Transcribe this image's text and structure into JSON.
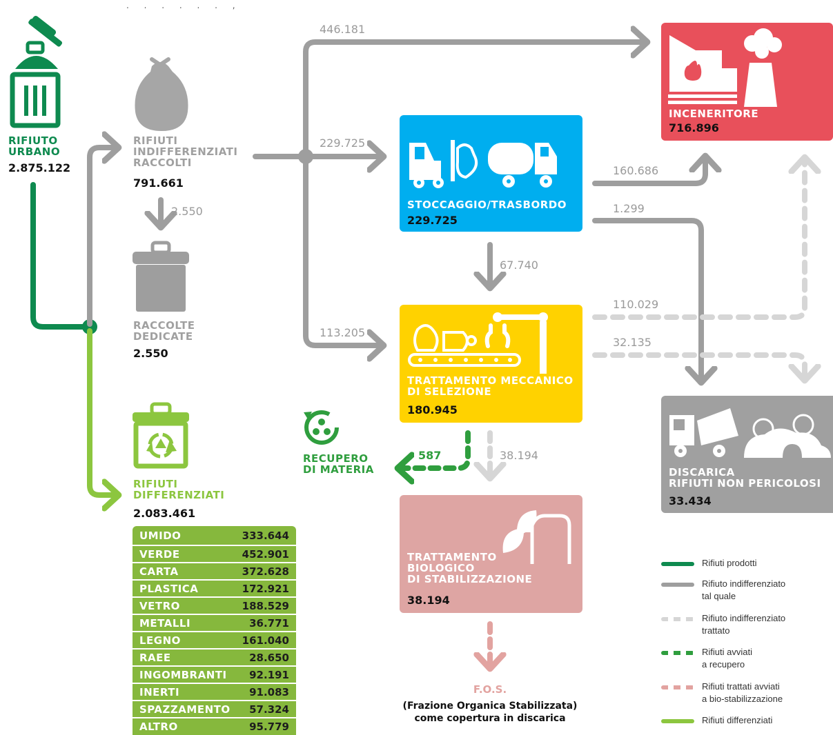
{
  "header_snippet": ". . . . . . ,",
  "sources": {
    "urbano": {
      "title": [
        "RIFIUTO",
        "URBANO"
      ],
      "value": "2.875.122"
    },
    "indifferenziati": {
      "title": [
        "RIFIUTI",
        "INDIFFERENZIATI",
        "RACCOLTI"
      ],
      "value": "791.661"
    },
    "raccolte_dedicate": {
      "title": [
        "RACCOLTE",
        "DEDICATE"
      ],
      "value": "2.550"
    },
    "differenziati": {
      "title": [
        "RIFIUTI",
        "DIFFERENZIATI"
      ],
      "value": "2.083.461"
    }
  },
  "plants": {
    "inceneritore": {
      "title": [
        "INCENERITORE"
      ],
      "value": "716.896"
    },
    "stoccaggio": {
      "title": [
        "STOCCAGGIO/TRASBORDO"
      ],
      "value": "229.725"
    },
    "tmb": {
      "title": [
        "TRATTAMENTO MECCANICO",
        "DI SELEZIONE"
      ],
      "value": "180.945"
    },
    "biologico": {
      "title": [
        "TRATTAMENTO",
        "BIOLOGICO",
        "DI STABILIZZAZIONE"
      ],
      "value": "38.194"
    },
    "discarica": {
      "title": [
        "DISCARICA",
        "RIFIUTI NON PERICOLOSI"
      ],
      "value": "33.434"
    },
    "recupero": {
      "title": [
        "RECUPERO",
        "DI MATERIA"
      ]
    }
  },
  "flows": {
    "to_inceneritore": "446.181",
    "to_stoccaggio": "229.725",
    "to_dedicate": "2.550",
    "stocc_to_incen": "160.686",
    "stocc_to_discarica": "1.299",
    "stocc_to_tmb": "67.740",
    "tmb_to_incen": "110.029",
    "tmb_to_discarica": "32.135",
    "to_tmb": "113.205",
    "tmb_to_recupero": "587",
    "tmb_to_bio": "38.194"
  },
  "fos": {
    "title": "F.O.S.",
    "lines": [
      "(Frazione Organica Stabilizzata)",
      "come copertura in discarica"
    ]
  },
  "table": [
    {
      "label": "UMIDO",
      "value": "333.644"
    },
    {
      "label": "VERDE",
      "value": "452.901"
    },
    {
      "label": "CARTA",
      "value": "372.628"
    },
    {
      "label": "PLASTICA",
      "value": "172.921"
    },
    {
      "label": "VETRO",
      "value": "188.529"
    },
    {
      "label": "METALLI",
      "value": "36.771"
    },
    {
      "label": "LEGNO",
      "value": "161.040"
    },
    {
      "label": "RAEE",
      "value": "28.650"
    },
    {
      "label": "INGOMBRANTI",
      "value": "92.191"
    },
    {
      "label": "INERTI",
      "value": "91.083"
    },
    {
      "label": "SPAZZAMENTO",
      "value": "57.324"
    },
    {
      "label": "ALTRO",
      "value": "95.779"
    }
  ],
  "legend": [
    {
      "lines": [
        "Rifiuti prodotti"
      ],
      "color": "#0e8a4f",
      "style": "solid"
    },
    {
      "lines": [
        "Rifiuto indifferenziato",
        "tal quale"
      ],
      "color": "#9e9e9e",
      "style": "solid"
    },
    {
      "lines": [
        "Rifiuto indifferenziato",
        "trattato"
      ],
      "color": "#d6d6d6",
      "style": "dashed"
    },
    {
      "lines": [
        "Rifiuti avviati",
        "a recupero"
      ],
      "color": "#2f9e3e",
      "style": "dashed"
    },
    {
      "lines": [
        "Rifiuti trattati avviati",
        "a bio-stabilizzazione"
      ],
      "color": "#e2a3a0",
      "style": "dashed"
    },
    {
      "lines": [
        "Rifiuti differenziati"
      ],
      "color": "#8cc63f",
      "style": "solid"
    }
  ],
  "colors": {
    "green_dark": "#0e8a4f",
    "green_light": "#8cc63f",
    "grey": "#9e9e9e",
    "grey_light": "#d6d6d6",
    "blue": "#00aeef",
    "red": "#e8505b",
    "yellow": "#ffd200",
    "pink": "#dea5a3",
    "recovery": "#2f9e3e"
  },
  "icons": [
    "trash-bin-icon",
    "garbage-bag-icon",
    "dedicated-bin-icon",
    "recycle-bin-icon",
    "incinerator-icon",
    "truck-forklift-icon",
    "conveyor-robot-icon",
    "bio-tank-icon",
    "landfill-truck-icon",
    "recovery-cycle-icon"
  ]
}
